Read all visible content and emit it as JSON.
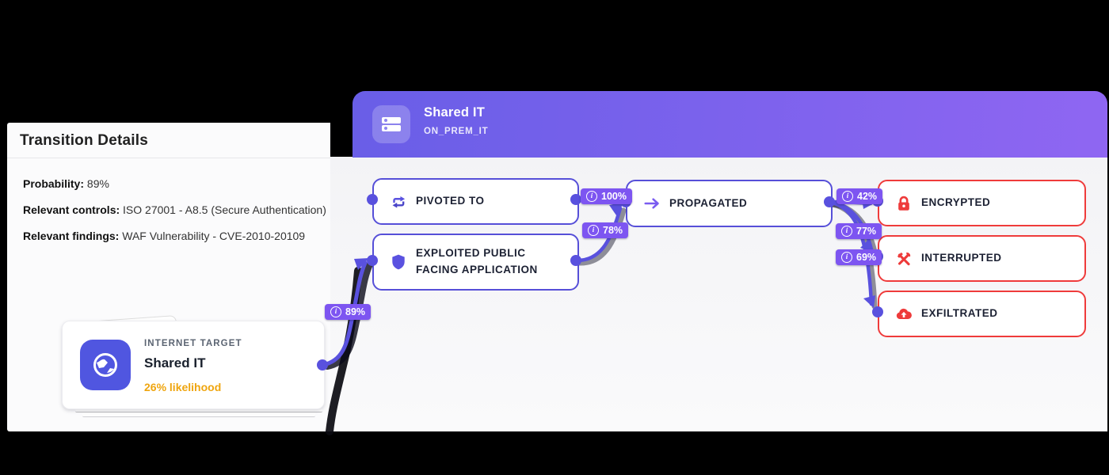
{
  "app": {
    "background_color": "#000000"
  },
  "transition_details": {
    "title": "Transition Details",
    "fields": [
      {
        "label": "Probability:",
        "value": "89%"
      },
      {
        "label": "Relevant controls:",
        "value": "ISO 27001 - A8.5 (Secure Authentication)"
      },
      {
        "label": "Relevant findings:",
        "value": "WAF Vulnerability - CVE-2010-20109"
      }
    ],
    "target_card": {
      "icon": "globe-icon",
      "category": "INTERNET TARGET",
      "name": "Shared IT",
      "likelihood": "26% likelihood",
      "likelihood_color": "#efa50f"
    }
  },
  "attack_panel": {
    "header": {
      "icon": "server-icon",
      "title": "Shared IT",
      "subtitle": "ON_PREM_IT",
      "gradient_start": "#695ee7",
      "gradient_end": "#8f66f2"
    },
    "technique_nodes": [
      {
        "icon": "pivot-arrows-icon",
        "label": "PIVOTED TO"
      },
      {
        "icon": "shield-icon",
        "label": "EXPLOITED PUBLIC FACING APPLICATION"
      },
      {
        "icon": "arrow-right-icon",
        "label": "PROPAGATED"
      }
    ],
    "impact_nodes": [
      {
        "icon": "lock-icon",
        "label": "ENCRYPTED"
      },
      {
        "icon": "tools-icon",
        "label": "INTERRUPTED"
      },
      {
        "icon": "cloud-upload-icon",
        "label": "EXFILTRATED"
      }
    ],
    "edge_badges": [
      {
        "icon": "info-icon",
        "value": "100%"
      },
      {
        "icon": "info-icon",
        "value": "78%"
      },
      {
        "icon": "info-icon",
        "value": "42%"
      },
      {
        "icon": "info-icon",
        "value": "77%"
      },
      {
        "icon": "info-icon",
        "value": "69%"
      },
      {
        "icon": "info-icon",
        "value": "89%"
      }
    ],
    "colors": {
      "technique_accent": "#564fd8",
      "impact_accent": "#ef3b3b",
      "badge_background": "#7d55f1",
      "connector": "#5951de",
      "body_background": "#f5f5f8"
    }
  }
}
